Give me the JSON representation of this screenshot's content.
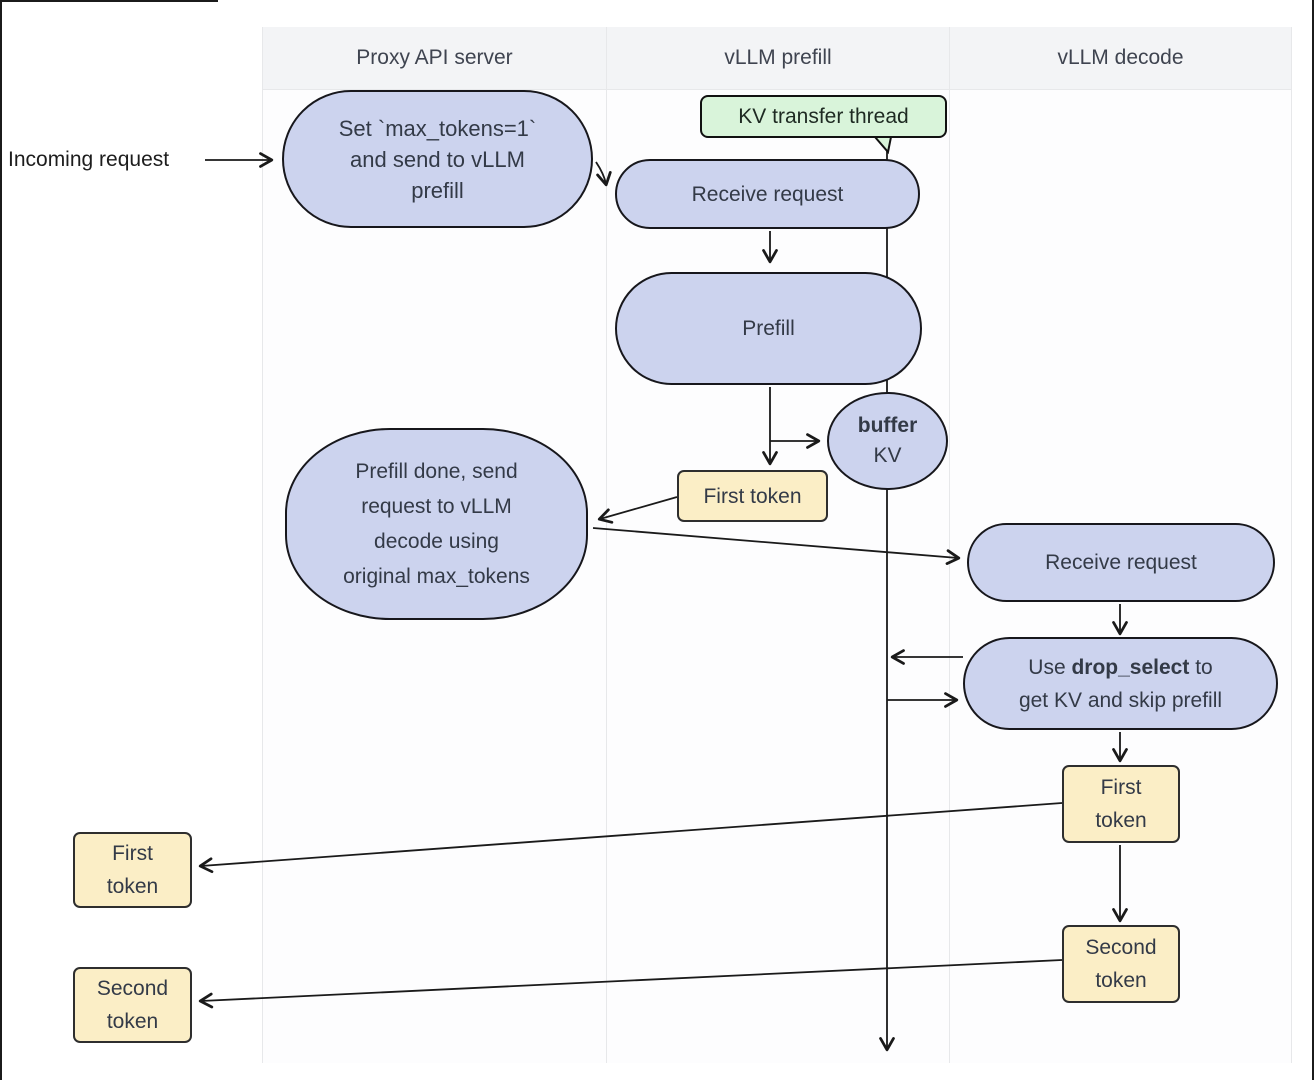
{
  "colors": {
    "lavender": "#ccd3ee",
    "ink": "#17171c",
    "yellow": "#fbeec6",
    "yellow-border": "#2e2e2e",
    "green": "#d9f4da",
    "green-border": "#111111",
    "arrow": "#1a1a1a",
    "text-dark": "#333a47",
    "header-text": "#3f4450",
    "lane-header-bg": "#f3f4f6",
    "lane-border": "#e7e8ea",
    "lane-body": "#fdfdfe"
  },
  "lanes": [
    {
      "title": "Proxy API server"
    },
    {
      "title": "vLLM prefill"
    },
    {
      "title": "vLLM decode"
    }
  ],
  "labels": {
    "incoming_request": "Incoming request"
  },
  "nodes": {
    "proxy": {
      "lines": [
        "Set `max_tokens=1`",
        "and send to vLLM",
        "prefill"
      ]
    },
    "kv_thread": {
      "label": "KV transfer thread"
    },
    "prefill_receive": {
      "label": "Receive request"
    },
    "prefill": {
      "label": "Prefill"
    },
    "buffer_kv": {
      "bold": "buffer",
      "rest": "KV"
    },
    "prefill_first_token": {
      "label": "First token"
    },
    "prefill_done": {
      "lines": [
        "Prefill done, send",
        "request to vLLM",
        "decode using",
        "original max_tokens"
      ]
    },
    "decode_receive": {
      "label": "Receive request"
    },
    "drop_select": {
      "l1_pre": "Use ",
      "l1_bold": "drop_select",
      "l1_post": " to",
      "l2": "get KV and skip prefill"
    },
    "decode_first_token": {
      "lines": [
        "First",
        "token"
      ]
    },
    "decode_second_token": {
      "lines": [
        "Second",
        "token"
      ]
    },
    "out_first_token": {
      "lines": [
        "First",
        "token"
      ]
    },
    "out_second_token": {
      "lines": [
        "Second",
        "token"
      ]
    }
  }
}
